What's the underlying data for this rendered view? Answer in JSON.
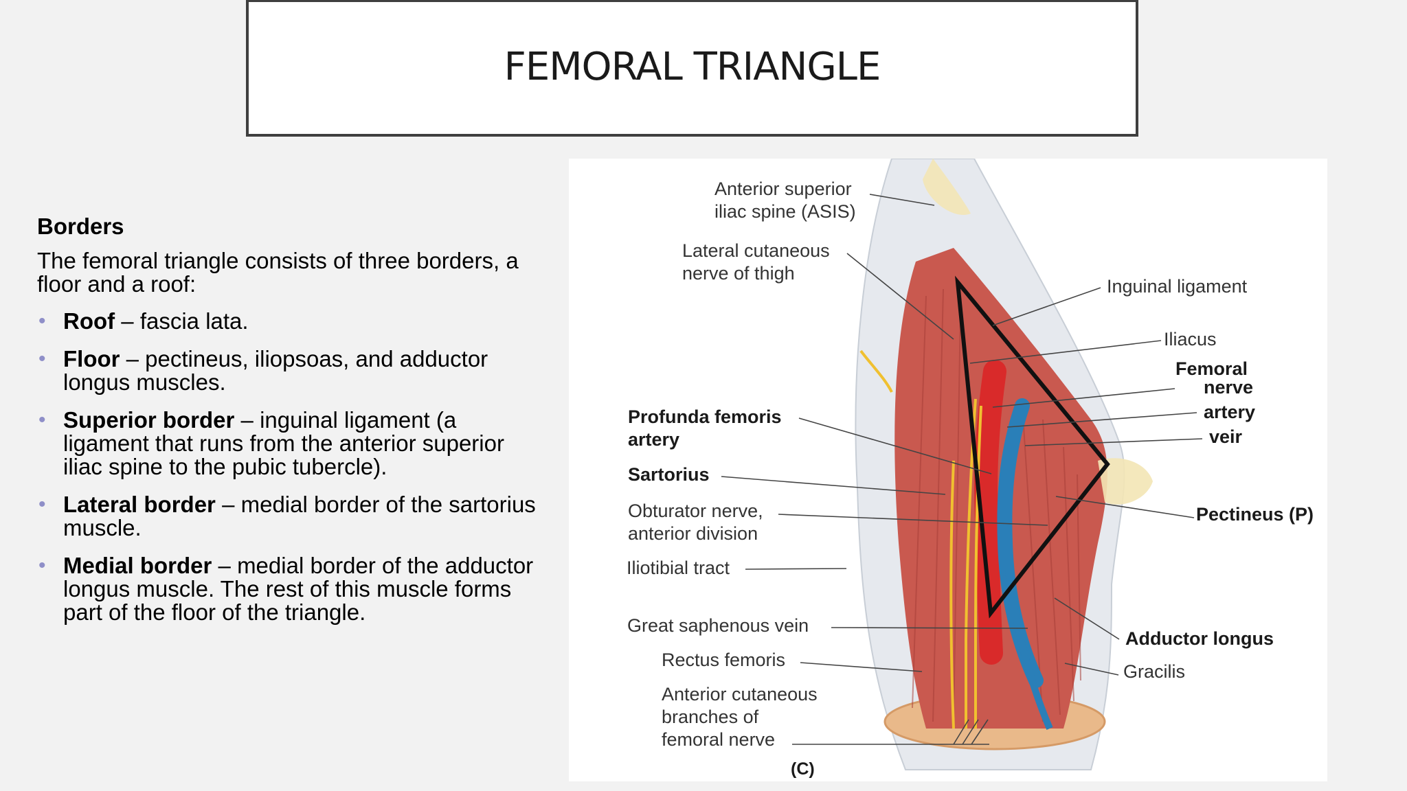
{
  "slide": {
    "title": "FEMORAL TRIANGLE"
  },
  "left": {
    "heading": "Borders",
    "intro": "The femoral triangle consists of three borders, a floor and a roof:",
    "bullets": [
      {
        "term": "Roof",
        "text": " – fascia lata."
      },
      {
        "term": "Floor",
        "text": " – pectineus, iliopsoas, and adductor longus muscles."
      },
      {
        "term": "Superior border",
        "text": " – inguinal ligament (a ligament that runs from the anterior superior iliac spine to the pubic tubercle)."
      },
      {
        "term": "Lateral border",
        "text": " – medial border of the sartorius muscle."
      },
      {
        "term": "Medial border",
        "text": " – medial border of the adductor longus muscle. The rest of this muscle forms part of the floor of the triangle."
      }
    ]
  },
  "figure": {
    "labels": {
      "asis": "Anterior superior\niliac spine (ASIS)",
      "lat_cut": "Lateral cutaneous\nnerve of thigh",
      "inguinal": "Inguinal ligament",
      "iliacus": "Iliacus",
      "femoral": "Femoral",
      "nerve": "nerve",
      "artery": "artery",
      "vein": "veir",
      "profunda": "Profunda femoris\nartery",
      "sartorius": "Sartorius",
      "obturator": "Obturator nerve,\nanterior division",
      "pectineus": "Pectineus (P)",
      "iliotibial": "Iliotibial tract",
      "saphenous": "Great saphenous vein",
      "adductor": "Adductor longus",
      "rectus": "Rectus femoris",
      "gracilis": "Gracilis",
      "ant_cut": "Anterior cutaneous\nbranches of\nfemoral nerve",
      "panel": "(C)"
    },
    "colors": {
      "muscle": "#c9594f",
      "artery": "#d92a2a",
      "vein": "#2a7fb8",
      "nerve": "#f0c030",
      "skin": "#e6e9ee"
    }
  }
}
